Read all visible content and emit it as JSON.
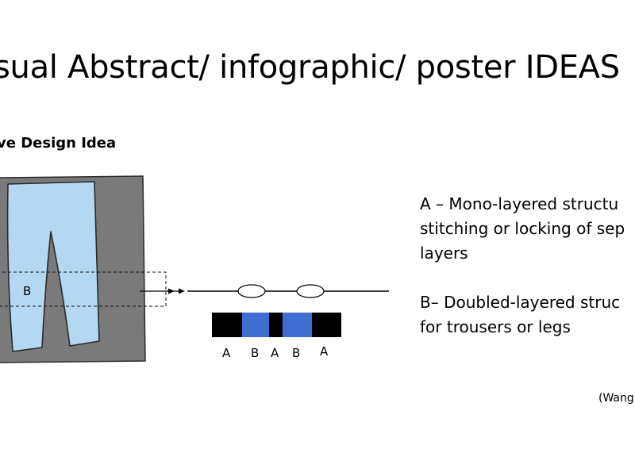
{
  "slide": {
    "title": "sual Abstract/ infographic/ poster IDEAS",
    "heading": "ve Design Idea"
  },
  "sketch": {
    "trouser_label": "B"
  },
  "cross_section": {
    "segments": [
      "A",
      "B",
      "A",
      "B",
      "A"
    ]
  },
  "description": {
    "a_line1": "A – Mono-layered structu",
    "a_line2": "stitching or locking of sep",
    "a_line3": "layers",
    "b_line1": "B– Doubled-layered struc",
    "b_line2": "for trousers or legs"
  },
  "citation": "(Wang",
  "colors": {
    "sketch_background": "#7a7a7a",
    "trouser_fill": "#b4d8f1",
    "layer_black": "#000000",
    "layer_blue": "#3f6ed3"
  }
}
